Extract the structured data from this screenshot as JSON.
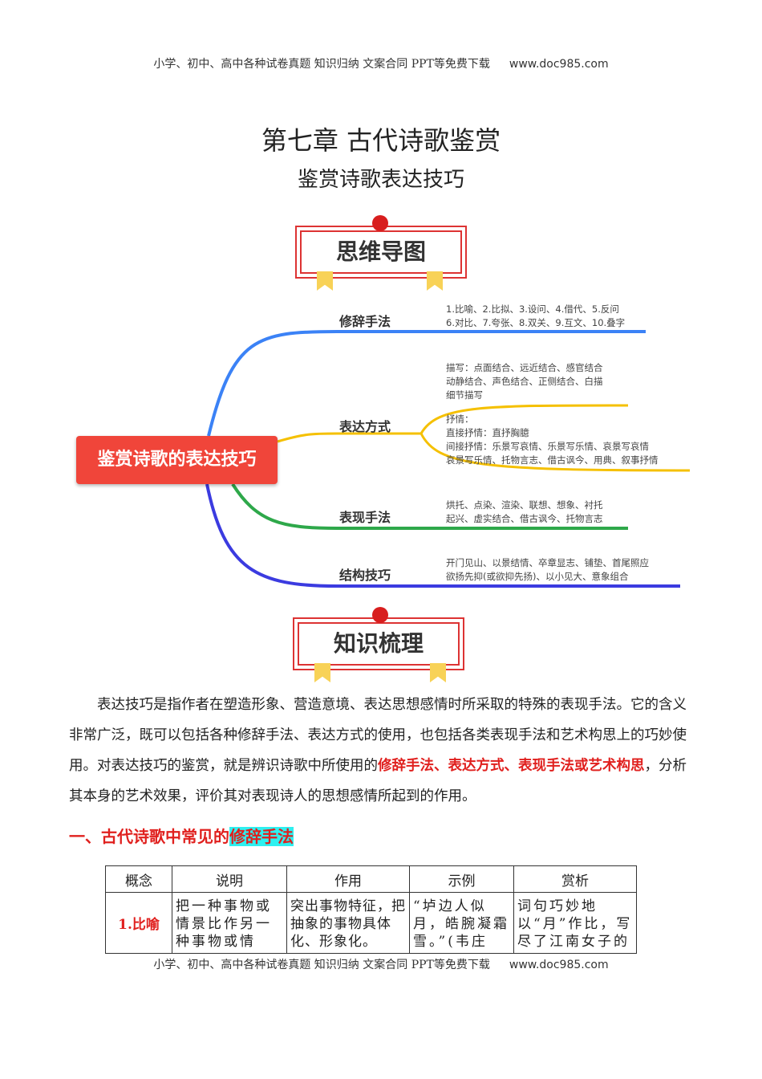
{
  "header": {
    "text": "小学、初中、高中各种试卷真题  知识归纳  文案合同  PPT等免费下载",
    "site": "www.doc985.com"
  },
  "title": "第七章 古代诗歌鉴赏",
  "subtitle": "鉴赏诗歌表达技巧",
  "banner1": "思维导图",
  "banner2": "知识梳理",
  "mindmap": {
    "root": "鉴赏诗歌的表达技巧",
    "colors": {
      "root": "#f0453a",
      "blue": "#3b82f6",
      "yellow": "#f5c000",
      "green": "#2ea84a",
      "purple": "#3b3be0"
    },
    "branches": [
      {
        "label": "修辞手法",
        "leaves": [
          [
            "1.比喻、2.比拟、3.设问、4.借代、5.反问",
            "6.对比、7.夸张、8.双关、9.互文、10.叠字"
          ]
        ]
      },
      {
        "label": "表达方式",
        "leaves": [
          [
            "描写：点面结合、远近结合、感官结合",
            "动静结合、声色结合、正侧结合、白描",
            "细节描写"
          ],
          [
            "抒情：",
            "直接抒情：直抒胸臆",
            "间接抒情：乐景写哀情、乐景写乐情、哀景写哀情",
            "哀景写乐情、托物言志、借古讽今、用典、叙事抒情"
          ]
        ]
      },
      {
        "label": "表现手法",
        "leaves": [
          [
            "烘托、点染、渲染、联想、想象、衬托",
            "起兴、虚实结合、借古讽今、托物言志"
          ]
        ]
      },
      {
        "label": "结构技巧",
        "leaves": [
          [
            "开门见山、以景结情、卒章显志、铺垫、首尾照应",
            "欲扬先抑(或欲抑先扬)、以小见大、意象组合"
          ]
        ]
      }
    ]
  },
  "intro": {
    "p1": "表达技巧是指作者在塑造形象、营造意境、表达思想感情时所采取的特殊的表现手法。它的含义非常广泛，既可以包括各种修辞手法、表达方式的使用，也包括各类表现手法和艺术构思上的巧妙使用。对表达技巧的鉴赏，就是辨识诗歌中所使用的",
    "emph": "修辞手法、表达方式、表现手法或艺术构思",
    "p2": "，分析其本身的艺术效果，评价其对表现诗人的思想感情所起到的作用。"
  },
  "section": {
    "prefix": "一、古代诗歌中常见的",
    "highlight": "修辞手法"
  },
  "table": {
    "headers": [
      "概念",
      "说明",
      "作用",
      "示例",
      "赏析"
    ],
    "row": [
      "1.比喻",
      "把一种事物或情景比作另一种事物或情",
      "突出事物特征，把抽象的事物具体化、形象化。",
      "“垆边人似月，皓腕凝霜雪。”(韦庄",
      "词句巧妙地以“月”作比，写尽了江南女子的"
    ]
  }
}
